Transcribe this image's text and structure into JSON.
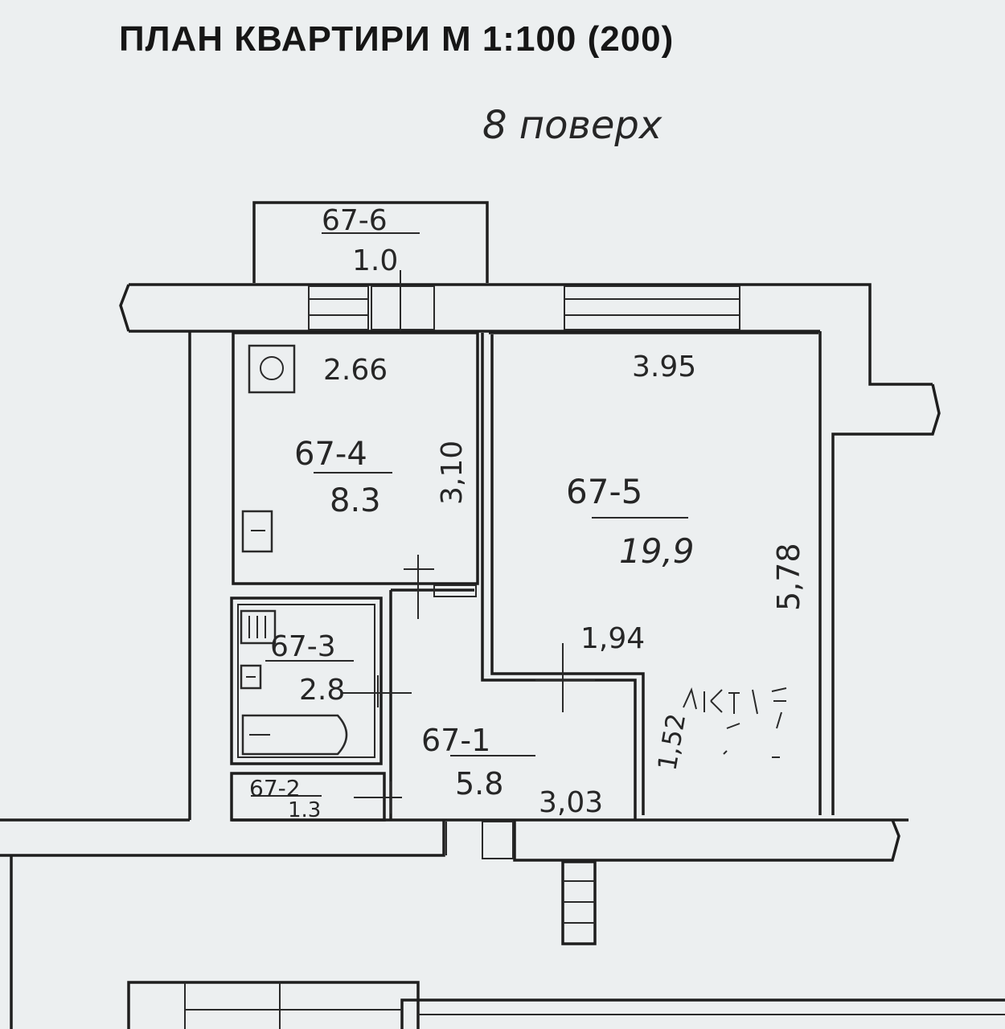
{
  "title": "ПЛАН КВАРТИРИ М 1:100 (200)",
  "floor_note": "8 поверх",
  "rooms": [
    {
      "id": "67-6",
      "area": "1.0"
    },
    {
      "id": "67-4",
      "area": "8.3"
    },
    {
      "id": "67-5",
      "area": "19,9"
    },
    {
      "id": "67-3",
      "area": "2.8"
    },
    {
      "id": "67-2",
      "area": "1.3"
    },
    {
      "id": "67-1",
      "area": "5.8"
    }
  ],
  "dimensions": {
    "kitchen_width": "2.66",
    "kitchen_depth": "3,10",
    "living_width": "3.95",
    "living_depth": "5,78",
    "hall_inner": "1,94",
    "hall_width": "3,03",
    "hall_side": "1,52"
  }
}
